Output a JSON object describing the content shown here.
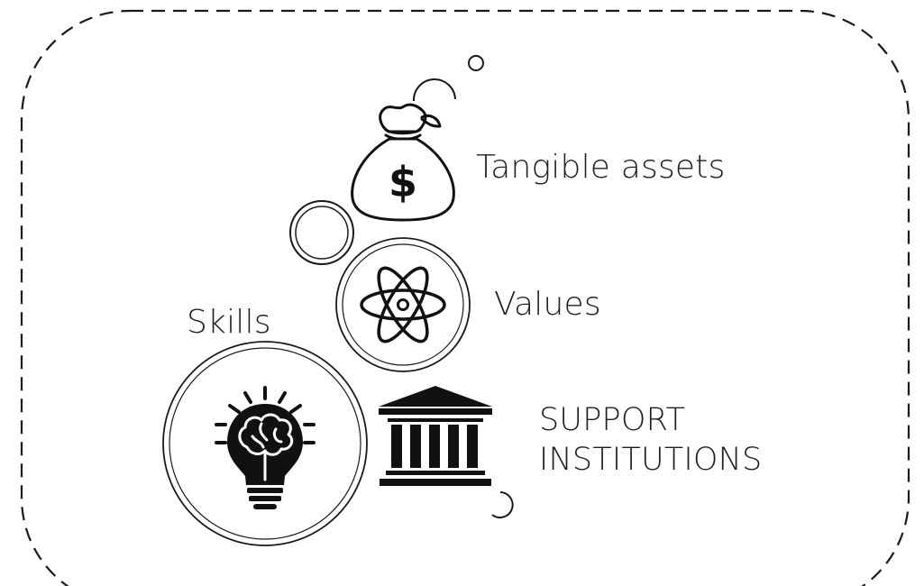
{
  "diagram": {
    "items": [
      {
        "id": "tangible-assets",
        "label": "Tangible assets",
        "icon": "money-bag-icon"
      },
      {
        "id": "values",
        "label": "Values",
        "icon": "atom-icon"
      },
      {
        "id": "skills",
        "label": "Skills",
        "icon": "lightbulb-brain-icon"
      },
      {
        "id": "support-institutions",
        "label_lines": [
          "SUPPORT",
          "INSTITUTIONS"
        ],
        "icon": "institution-building-icon"
      }
    ]
  },
  "colors": {
    "stroke": "#1a1a1a",
    "background": "#ffffff"
  }
}
